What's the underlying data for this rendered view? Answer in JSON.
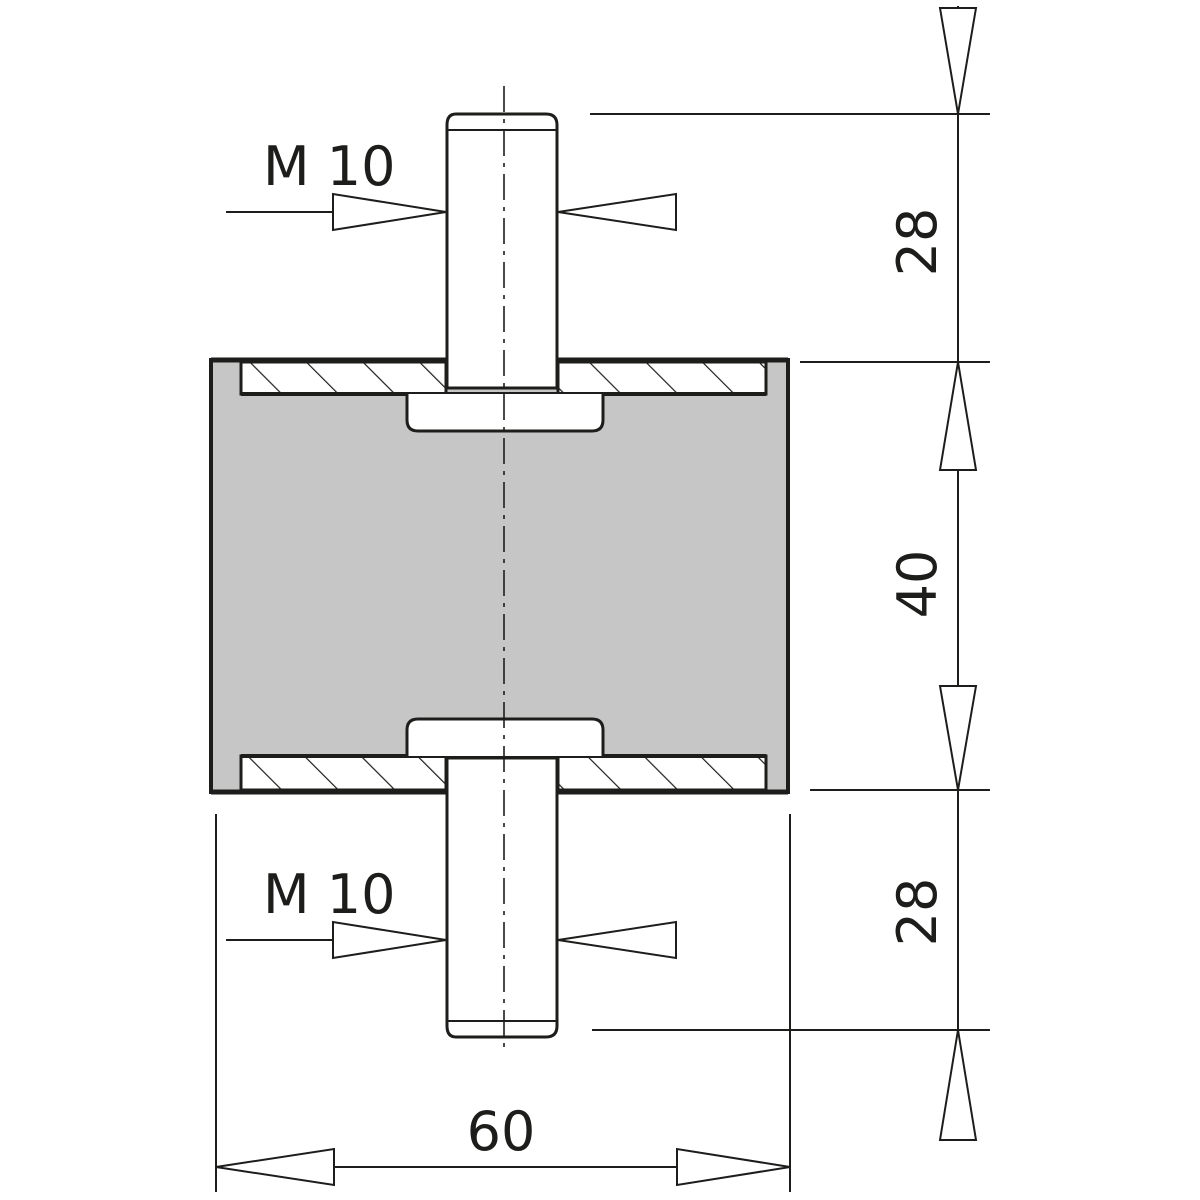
{
  "thread_top": "M 10",
  "thread_bottom": "M 10",
  "dim_stud_top": "28",
  "dim_body_height": "40",
  "dim_stud_bottom": "28",
  "dim_width": "60",
  "colors": {
    "line": "#1d1d1b",
    "rubber": "#c6c6c6",
    "background": "#ffffff"
  }
}
